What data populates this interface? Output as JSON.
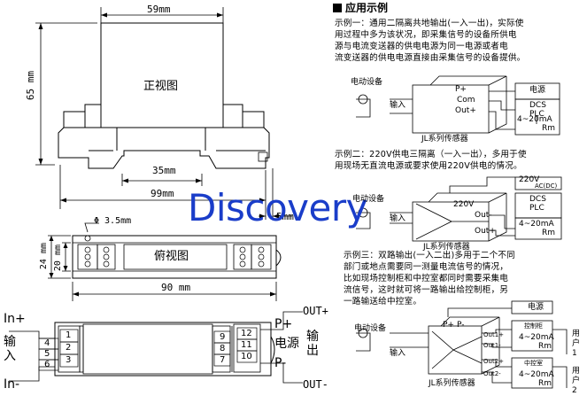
{
  "section_title": "应用示例",
  "front_view": {
    "label": "正视图",
    "dim_width": "59mm",
    "dim_height": "65 mm",
    "dim_rail": "35mm",
    "dim_total": "99mm",
    "dim_side": "5mm"
  },
  "top_view": {
    "label": "俯视图",
    "dim_hole": "Φ 3.5mm",
    "dim_height_outer": "24 mm",
    "dim_height_inner": "20 mm",
    "dim_length": "90 mm"
  },
  "terminal_view": {
    "in_plus": "In+",
    "in_minus": "In-",
    "input_label": "输入",
    "left_terminals": [
      "1",
      "2",
      "3",
      "4",
      "5",
      "6"
    ],
    "right_terminals": [
      "12",
      "11",
      "10",
      "9",
      "8",
      "7"
    ],
    "p_plus": "P+",
    "power_label": "电源",
    "p_minus": "P-",
    "out_plus": "OUT+",
    "out_minus": "OUT-",
    "output_label": "输出"
  },
  "watermark": "Discovery",
  "example1": {
    "text_lines": [
      "示例一：通用二隔离共地输出(一入一出)，实际使",
      "用过程中多为该状况，即采集信号的设备所供电",
      "源与电流变送器的供电电源为同一电源或者电",
      "流变送器的供电电源直接由采集信号的设备提供。"
    ],
    "motor_label": "电动设备",
    "input_label": "输入",
    "p_plus": "P+",
    "com": "Com",
    "out_plus": "Out+",
    "power": "电源",
    "dcs": "DCS",
    "plc": "PLC",
    "current": "4~20mA",
    "rm": "Rm",
    "sensor": "JL系列传感器"
  },
  "example2": {
    "text_lines": [
      "示例二：220V供电三隔离（一入一出），多用于使",
      "用现场无直流电源或要求使用220V供电的情况。"
    ],
    "motor_label": "电动设备",
    "input_label": "输入",
    "v220": "220V",
    "v220_box": "220V",
    "ac_dc": "AC(DC)",
    "dcs": "DCS",
    "plc": "PLC",
    "out_minus": "Out-",
    "out_plus": "Out+",
    "current": "4~20mA",
    "rm": "Rm",
    "sensor": "JL系列传感器"
  },
  "example3": {
    "text_lines": [
      "示例三：双路输出(一入二出)多用于二个不同",
      "部门或地点需要同一测量电流信号的情况，",
      "比如现场控制柜和中控室都同时需要采集电",
      "流信号，这时就可将一路输出给控制柜，另",
      "一路输送给中控室。"
    ],
    "power": "电源",
    "motor_label": "电动设备",
    "input_label": "输入",
    "p_plus": "P+",
    "p_minus": "P-",
    "out1_plus": "Out1+",
    "out1_minus": "Out1-",
    "out2_plus": "Out2+",
    "out2_minus": "Out2-",
    "control_cabinet": "控制柜",
    "control_room": "中控室",
    "current1": "4~20mA",
    "current2": "4~20mA",
    "rm1": "Rm",
    "rm2": "Rm",
    "user1": "用户1",
    "user2": "用户2",
    "sensor": "JL系列传感器"
  }
}
